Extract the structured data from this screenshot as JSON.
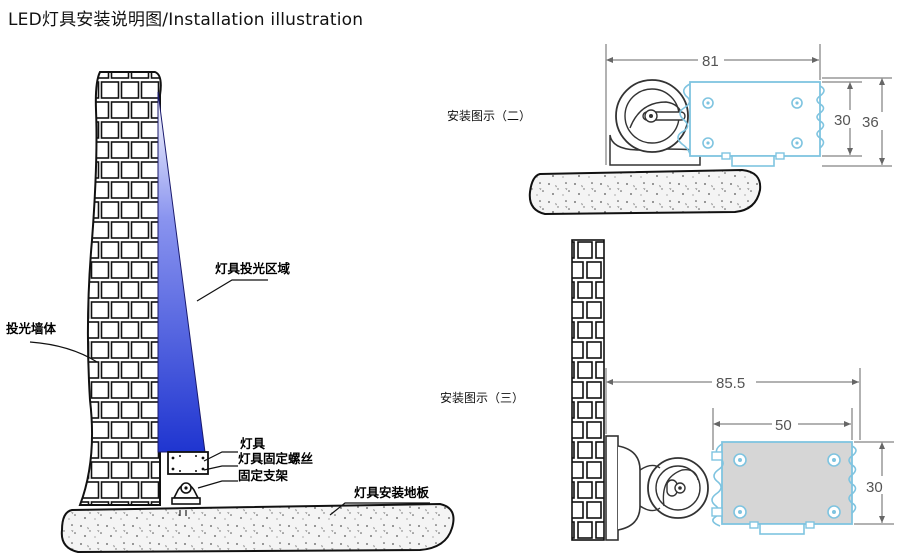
{
  "title": "LED灯具安装说明图/Installation illustration",
  "left_diagram": {
    "wall_label": "投光墙体",
    "beam_label": "灯具投光区域",
    "fixture_label": "灯具",
    "screw_label": "灯具固定螺丝",
    "bracket_label": "固定支架",
    "floor_label": "灯具安装地板"
  },
  "view_two": {
    "caption": "安装图示（二）",
    "dim_width": "81",
    "dim_inner_height": "30",
    "dim_total_height": "36"
  },
  "view_three": {
    "caption": "安装图示（三）",
    "dim_total_width": "85.5",
    "dim_body_width": "50",
    "dim_height": "30"
  },
  "colors": {
    "beam": "#2b3fd6",
    "outline_cyan": "#7fc4e0",
    "body_gray": "#d6d6d6",
    "dimension_line": "#666666"
  }
}
